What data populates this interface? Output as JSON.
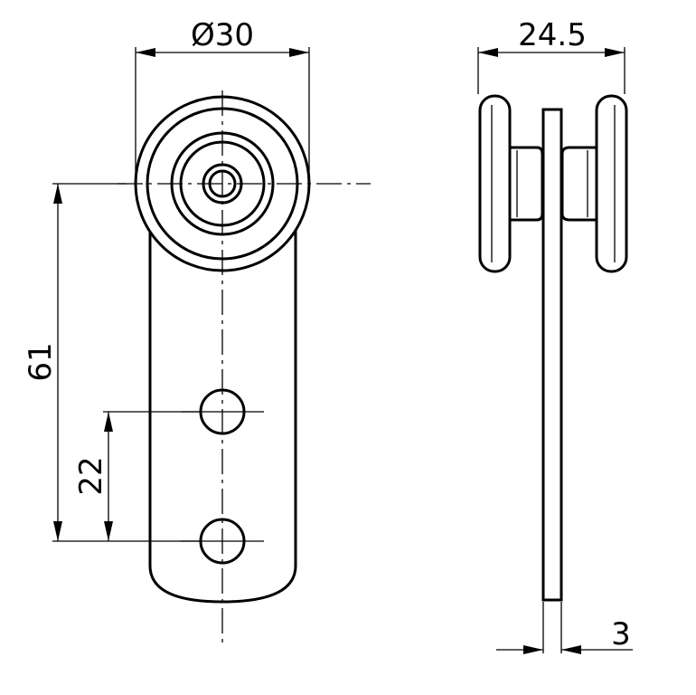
{
  "drawing": {
    "dimensions": {
      "wheel_diameter": "Ø30",
      "overall_width": "24.5",
      "center_to_bottom_hole": "61",
      "hole_spacing": "22",
      "plate_thickness": "3"
    }
  }
}
